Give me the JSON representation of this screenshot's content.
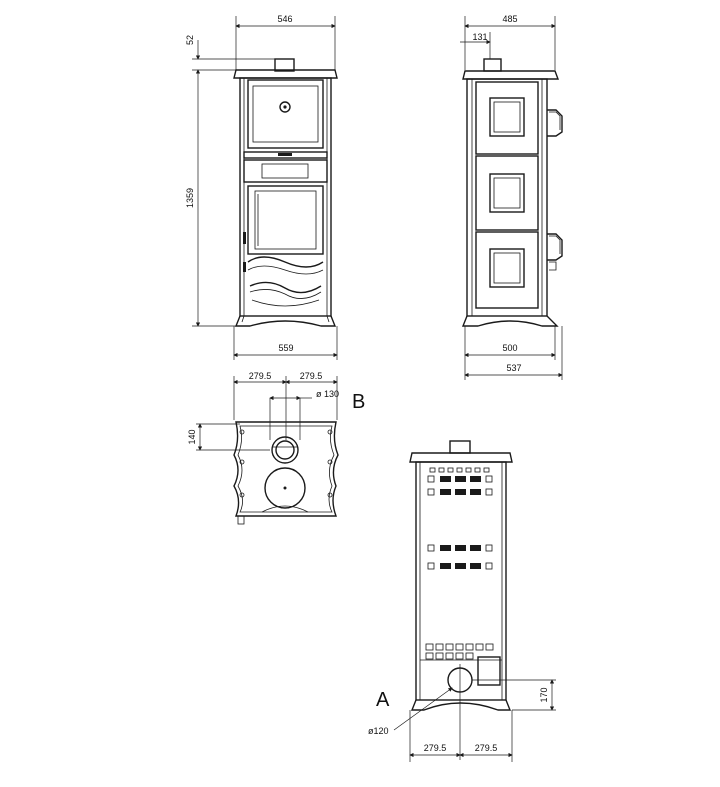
{
  "labels": {
    "view_b": "B",
    "view_a": "A"
  },
  "front": {
    "width_top": "546",
    "top_offset": "52",
    "height": "1359",
    "width_base": "559"
  },
  "side": {
    "depth_top": "485",
    "flue_offset": "131",
    "depth_base": "500",
    "depth_total": "537"
  },
  "top": {
    "half_left": "279.5",
    "half_right": "279.5",
    "flue_dia": "ø 130",
    "flue_dist": "140"
  },
  "back": {
    "inlet_dia": "ø120",
    "inlet_height": "170",
    "half_left": "279.5",
    "half_right": "279.5"
  }
}
